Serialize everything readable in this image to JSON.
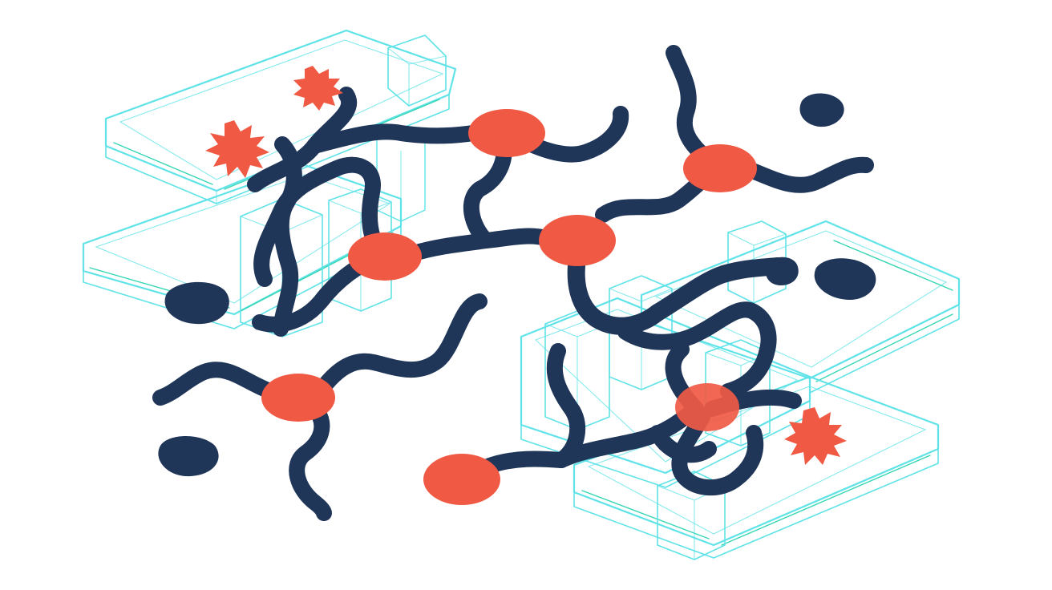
{
  "illustration": {
    "palette": {
      "background": "#ffffff",
      "outline_cyan": "#5fe3e8",
      "outline_teal": "#35d6b4",
      "navy": "#1f3659",
      "coral": "#f05a44"
    },
    "elements": {
      "trays": "translucent-outlined-containers",
      "worms": "navy-wavy-strands",
      "nodes": "coral-blob-junctions",
      "bursts": "coral-spiky-stars",
      "dots": "navy-blobs"
    }
  }
}
